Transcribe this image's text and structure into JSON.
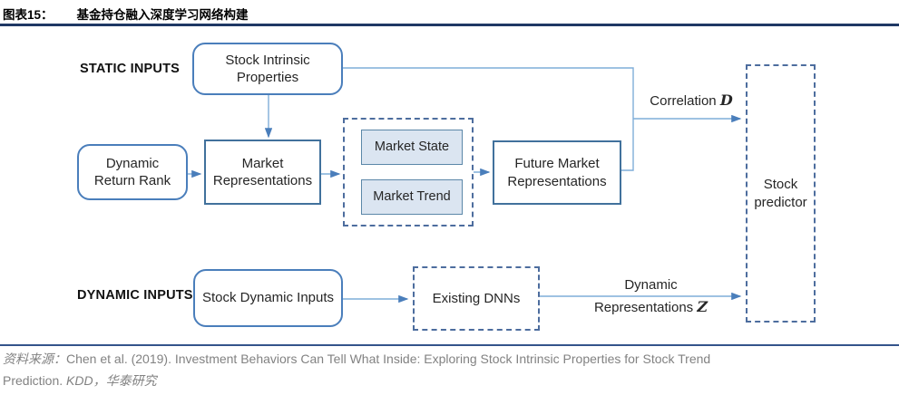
{
  "title": {
    "prefix": "图表15：",
    "text": "基金持仓融入深度学习网络构建"
  },
  "diagram": {
    "static_inputs_label": "STATIC INPUTS",
    "dynamic_inputs_label": "DYNAMIC INPUTS",
    "boxes": {
      "stock_intrinsic": "Stock Intrinsic Properties",
      "dynamic_return": "Dynamic Return Rank",
      "market_representations": "Market Representations",
      "market_state": "Market State",
      "market_trend": "Market Trend",
      "future_market": "Future Market Representations",
      "stock_predictor_line1": "Stock",
      "stock_predictor_line2": "predictor",
      "stock_dynamic_inputs": "Stock Dynamic Inputs",
      "existing_dnns": "Existing DNNs"
    },
    "edge_labels": {
      "correlation_text": "Correlation ",
      "correlation_var": "D",
      "dynamic_repr_line1": "Dynamic",
      "dynamic_repr_line2": "Representations ",
      "dynamic_repr_var": "Z"
    }
  },
  "source": {
    "label": "资料来源：",
    "line1": "Chen et al. (2019). Investment Behaviors Can Tell What Inside: Exploring Stock Intrinsic Properties for Stock Trend",
    "line2_pre": "Prediction. ",
    "line2_italic": "KDD",
    "line2_post": "，华泰研究"
  },
  "colors": {
    "title_rule": "#1f3864",
    "source_rule": "#34548b",
    "box_border": "#4a7ebb",
    "rect_border": "#41719c",
    "dashed_border": "#4d6d9e",
    "fill_light_blue": "#dbe5f1",
    "fill_border": "#5b87a8",
    "arrow": "#7fadd9",
    "arrowhead": "#4a7ebb",
    "source_text": "#828282",
    "diagram_text": "#262626"
  }
}
